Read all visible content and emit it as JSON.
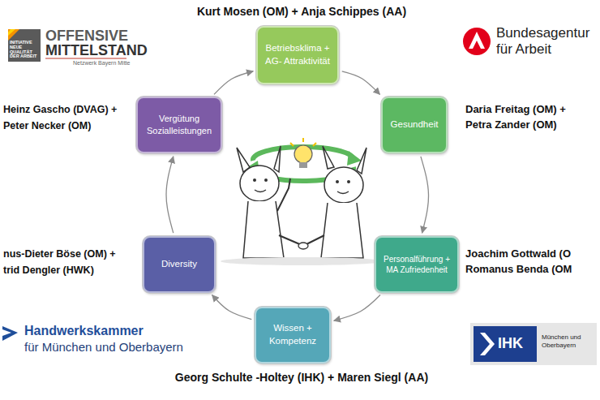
{
  "diagram": {
    "nodes": [
      {
        "text": [
          "Betriebsklima + AG- Attraktivität"
        ]
      },
      {
        "text": [
          "Vergütung Sozialleistungen"
        ]
      },
      {
        "text": [
          "Gesundheit"
        ]
      },
      {
        "text": [
          "Diversity"
        ]
      },
      {
        "text": [
          "Personalführung + MA Zufriedenheit"
        ]
      },
      {
        "text": [
          "Wissen + Kompetenz"
        ]
      }
    ],
    "edges": [
      {
        "from": 0,
        "to": 2,
        "arrow": "to"
      },
      {
        "from": 2,
        "to": 4,
        "arrow": "to"
      },
      {
        "from": 4,
        "to": 5,
        "arrow": "to"
      },
      {
        "from": 5,
        "to": 3,
        "arrow": "to"
      },
      {
        "from": 3,
        "to": 1,
        "arrow": "to"
      },
      {
        "from": 1,
        "to": 0,
        "arrow": "to"
      }
    ],
    "labels": [
      "Kurt Mosen (OM) + Anja Schippes (AA)",
      "Daria Freitag (OM) +",
      "Petra Zander (OM)",
      "Heinz Gascho (DVAG) +",
      "Peter Necker (OM)",
      "Joachim Gottwald (O",
      "Romanus Benda (OM",
      "nus-Dieter Böse (OM) +",
      "trid Dengler (HWK)",
      "Georg Schulte -Holtey (IHK) + Maren Siegl (AA)",
      "INITIATIVE NEUE QUALITÄT DER ARBEIT",
      "OFFENSIVE",
      "MITTELSTAND",
      "Netzwerk Bayern Mitte",
      "Bundesagentur",
      "für Arbeit",
      "Handwerkskammer",
      "für München und Oberbayern",
      "IHK",
      "München und",
      "Oberbayern"
    ]
  }
}
